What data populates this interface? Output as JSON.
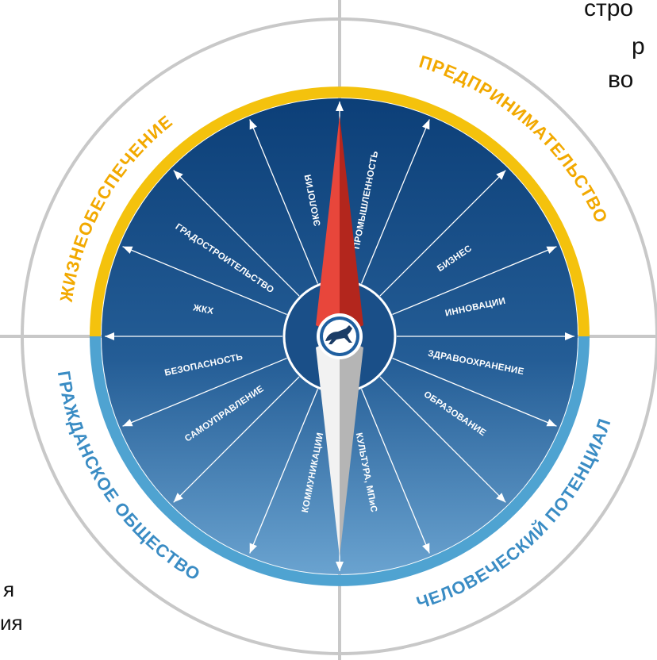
{
  "fragments": {
    "top_right_1": "стро",
    "top_right_2": "р",
    "top_right_3": "во",
    "bottom_left_1": "я",
    "bottom_left_2": "ия"
  },
  "sectors": {
    "top_left": "ЖИЗНЕОБЕСПЕЧЕНИЕ",
    "top_right": "ПРЕДПРИНИМАТЕЛЬСТВО",
    "bottom_left": "ГРАЖДАНСКОЕ ОБЩЕСТВО",
    "bottom_right": "ЧЕЛОВЕЧЕСКИЙ ПОТЕНЦИАЛ"
  },
  "spokes": [
    "ЭКОЛОГИЯ",
    "ПРОМЫШЛЕННОСТЬ",
    "БИЗНЕС",
    "ИННОВАЦИИ",
    "ЗДРАВООХРАНЕНИЕ",
    "ОБРАЗОВАНИЕ",
    "КУЛЬТУРА, МПиС",
    "КОММУНИКАЦИИ",
    "САМОУПРАВЛЕНИЕ",
    "БЕЗОПАСНОСТЬ",
    "ЖКХ",
    "ГРАДОСТРОИТЕЛЬСТВО"
  ],
  "colors": {
    "upper_ring": "#f4c20d",
    "lower_ring": "#4fa3d1",
    "disc_top": "#0c3f78",
    "disc_bottom": "#6aa3d0",
    "upper_label": "#f2a900",
    "lower_label": "#3a8cc4",
    "needle_north": "#e23a2f",
    "needle_south": "#d9d9d9",
    "outer_circle": "#c8c8c8"
  },
  "center_emblem": "sable-emblem-icon"
}
